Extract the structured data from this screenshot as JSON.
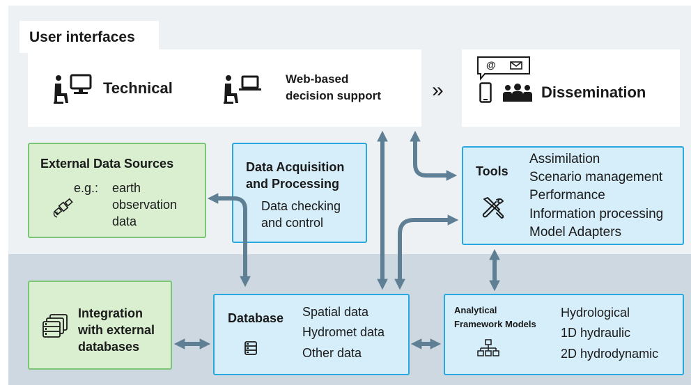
{
  "user_interfaces": {
    "title": "User interfaces",
    "technical_label": "Technical",
    "web_label": [
      "Web-based",
      "decision support"
    ],
    "chevron": "»",
    "dissemination_label": "Dissemination",
    "icons": [
      "person-desktop-icon",
      "person-laptop-icon",
      "chat-bubble-icon",
      "at-sign-icon",
      "mail-icon",
      "smartphone-icon",
      "group-icon"
    ]
  },
  "external_data_sources": {
    "title": "External Data Sources",
    "prefix": "e.g.:",
    "lines": [
      "earth",
      "observation",
      "data"
    ],
    "icon": "satellite-icon"
  },
  "data_acquisition": {
    "title": [
      "Data Acquisition",
      "and Processing"
    ],
    "lines": [
      "Data checking",
      "and control"
    ]
  },
  "tools": {
    "title": "Tools",
    "items": [
      "Assimilation",
      "Scenario management",
      "Performance",
      "Information processing",
      "Model Adapters"
    ],
    "icon": "tools-icon"
  },
  "integration": {
    "title": [
      "Integration",
      "with external",
      "databases"
    ],
    "icon": "servers-icon"
  },
  "database": {
    "title": "Database",
    "items": [
      "Spatial data",
      "Hydromet data",
      "Other data"
    ],
    "icon": "database-icon"
  },
  "analytical": {
    "title": [
      "Analytical",
      "Framework Models"
    ],
    "items": [
      "Hydrological",
      "1D hydraulic",
      "2D hydrodynamic"
    ],
    "icon": "hierarchy-icon"
  },
  "colors": {
    "green_fill": "#d9efd0",
    "green_border": "#7cc576",
    "blue_fill": "#d6eefa",
    "blue_border": "#29a8e0",
    "arrow": "#5f7f94",
    "top_band": "#eef1f4",
    "bottom_band": "#cdd8e0"
  }
}
